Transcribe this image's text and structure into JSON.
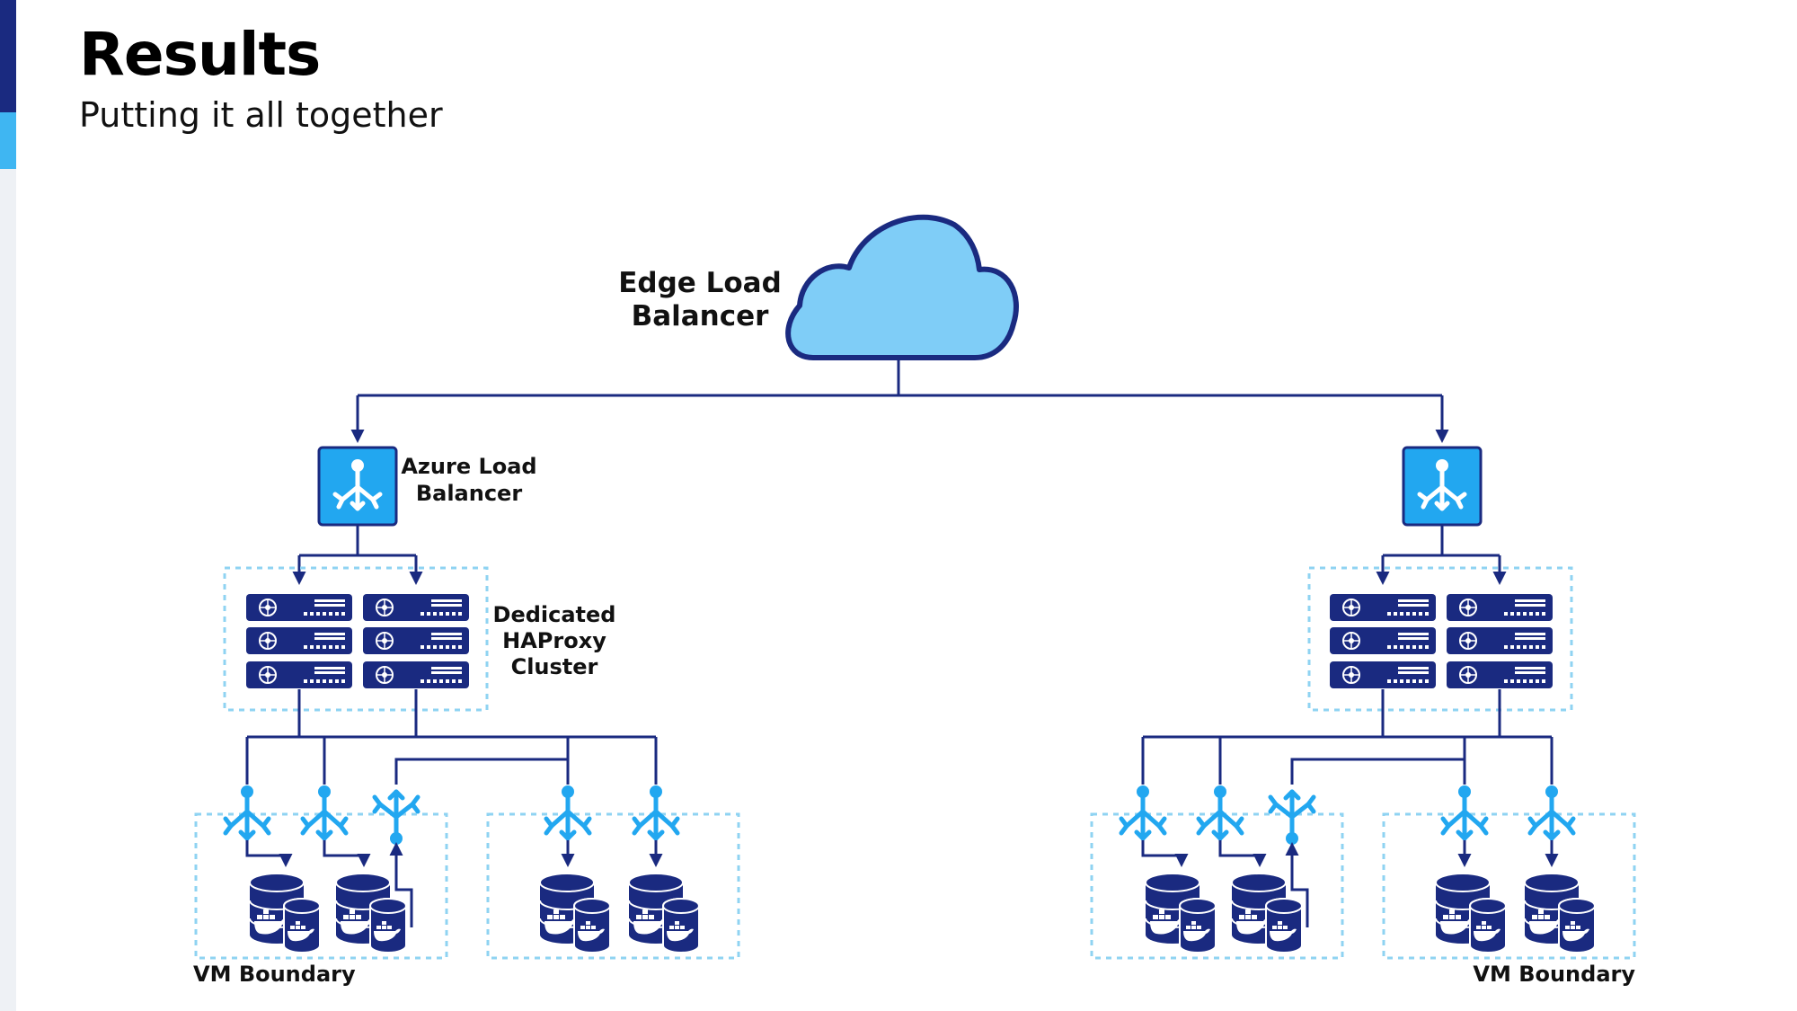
{
  "slide": {
    "title": "Results",
    "subtitle": "Putting it all together"
  },
  "diagram": {
    "cloud_label": [
      "Edge Load",
      "Balancer"
    ],
    "lb_label": [
      "Azure Load",
      "Balancer"
    ],
    "cluster_label": [
      "Dedicated",
      "HAProxy",
      "Cluster"
    ],
    "vm_boundary_left": "VM Boundary",
    "vm_boundary_right": "VM Boundary"
  },
  "colors": {
    "navy": "#1a2a80",
    "blue": "#22a7f0",
    "cloud_fill": "#7fcdf7",
    "dashed": "#8fd3f2"
  }
}
